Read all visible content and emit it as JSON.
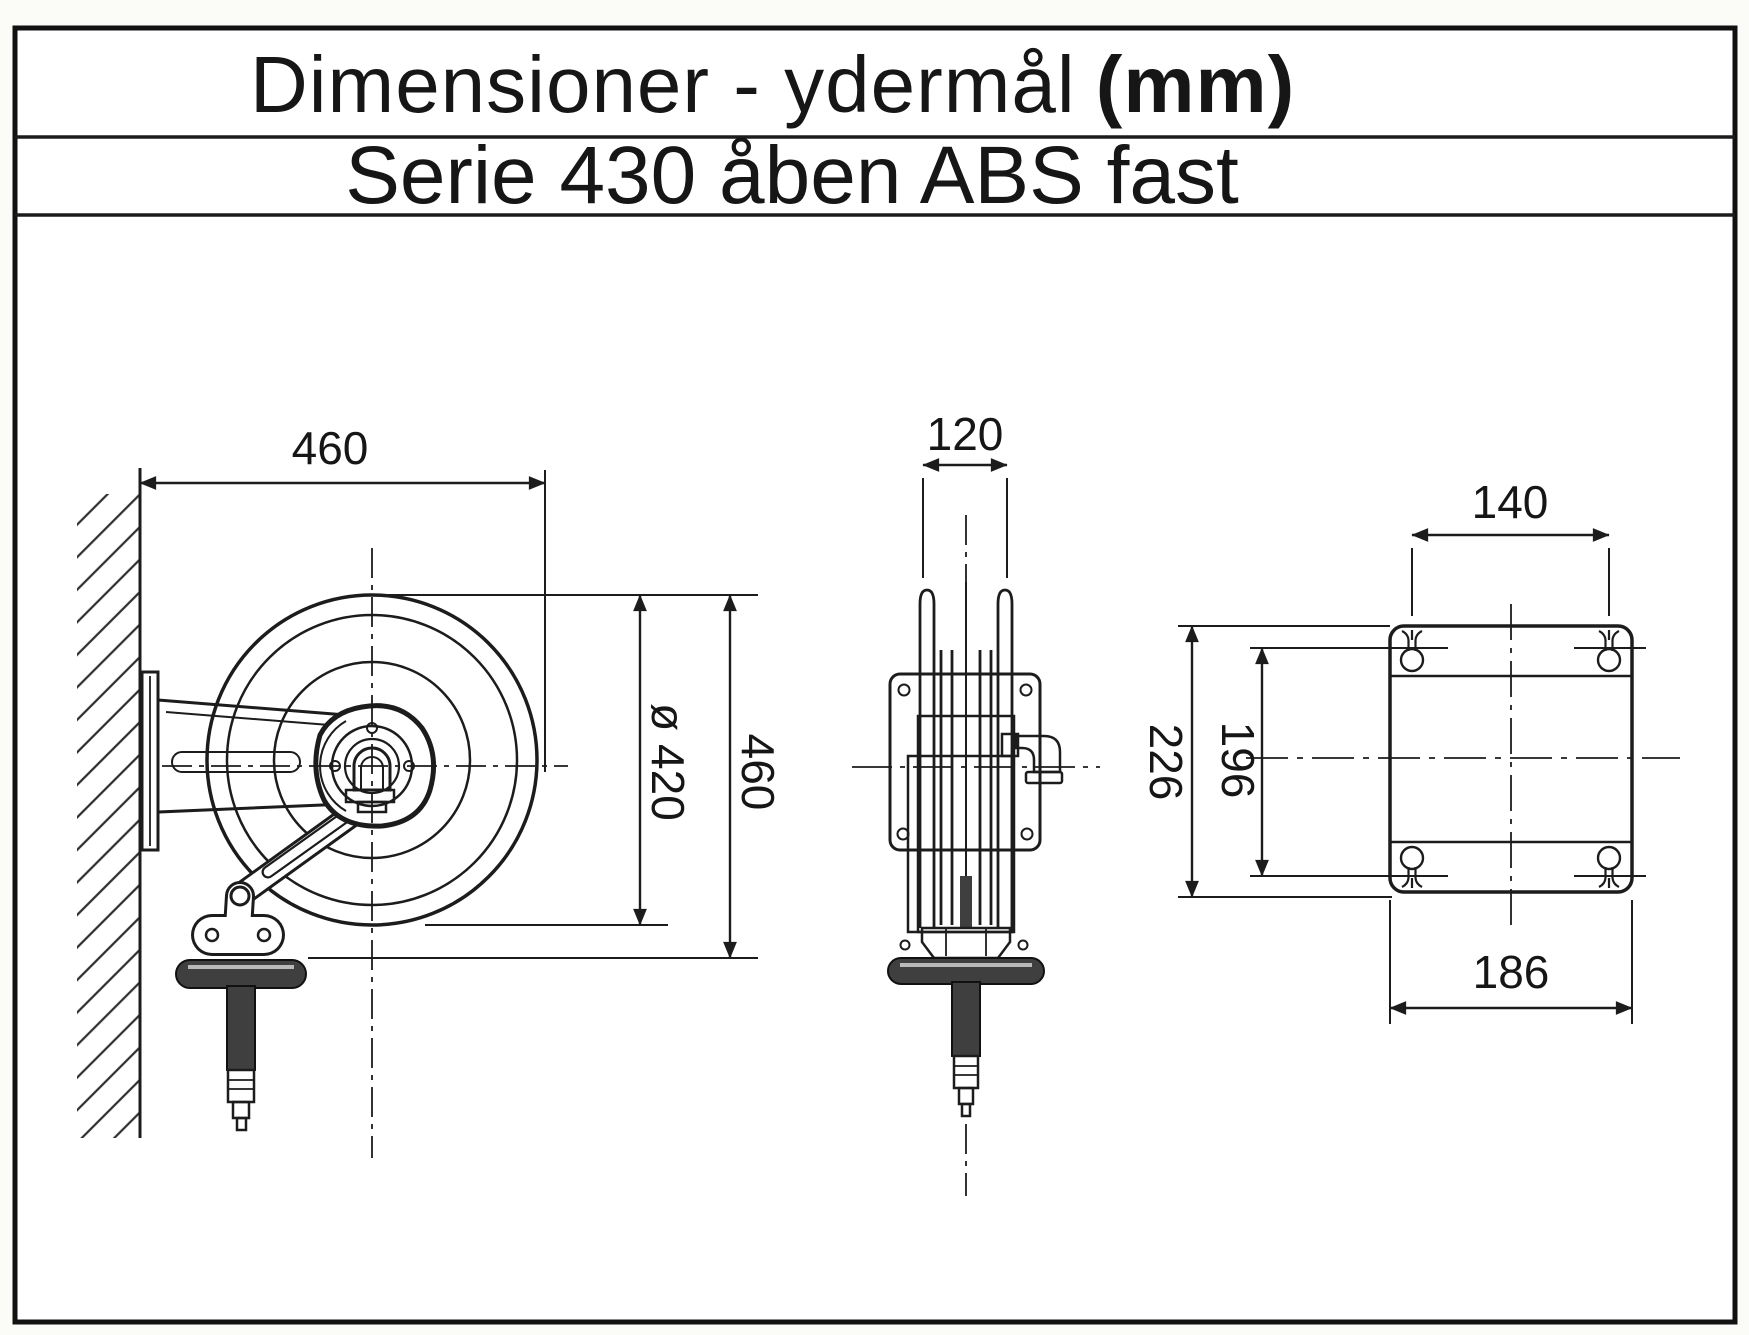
{
  "header": {
    "title_main": "Dimensioner - ydermål",
    "title_unit": "(mm)",
    "subtitle": "Serie 430 åben ABS fast"
  },
  "side_view": {
    "dim_depth": "460",
    "dim_diameter": "ø 420",
    "dim_height": "460"
  },
  "front_view": {
    "dim_width": "120"
  },
  "plate_view": {
    "dim_hole_spacing_width": "140",
    "dim_plate_height": "226",
    "dim_hole_spacing_height": "196",
    "dim_plate_width": "186"
  },
  "colors": {
    "ink": "#1c1c1c",
    "paper": "#fbfbf8",
    "hose_dark": "#3f3f3f"
  }
}
